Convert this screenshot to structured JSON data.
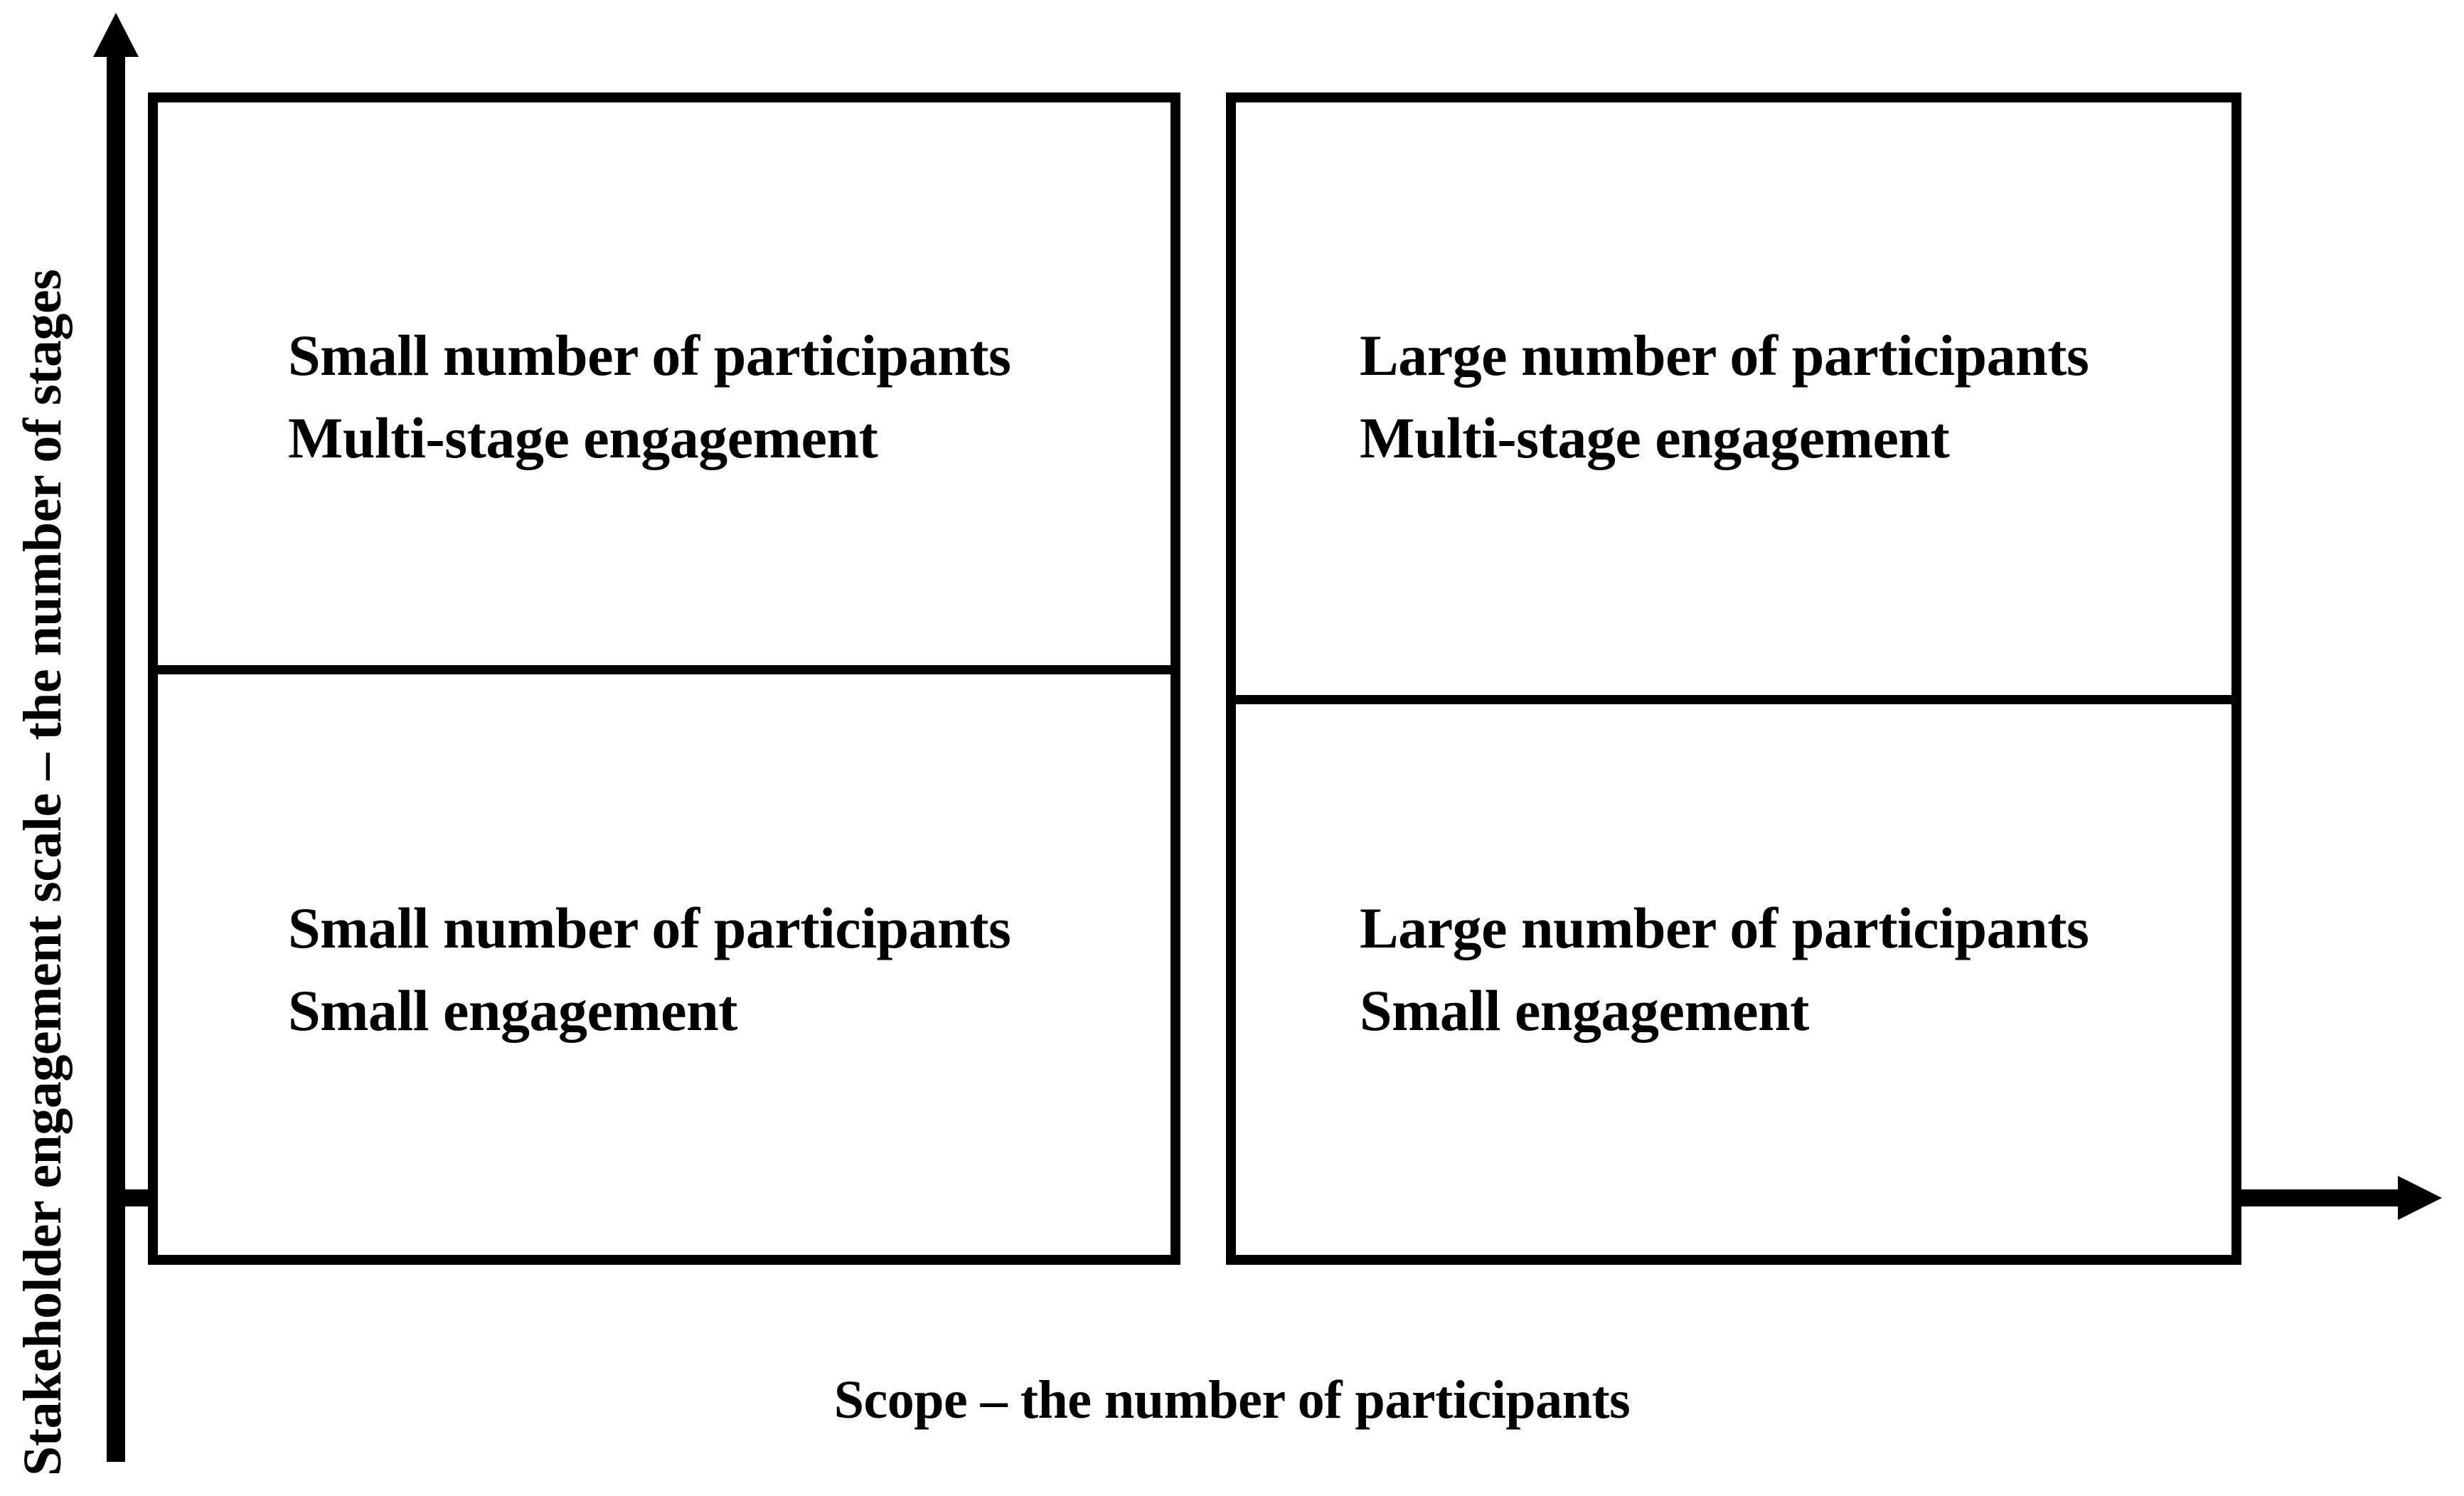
{
  "diagram": {
    "type": "2x2-quadrant-matrix",
    "background_color": "#FFFFFF",
    "stroke_color": "#000000",
    "axes": {
      "x": {
        "title": "Scope – the number of participants",
        "arrow": "right-arrow-icon",
        "direction": "increasing to the right"
      },
      "y": {
        "title": "Stakeholder engagement scale – the number of stages",
        "arrow": "up-arrow-icon",
        "direction": "increasing upward"
      }
    },
    "quadrants": [
      {
        "id": "top-left",
        "position": "upper-left",
        "line1": "Small number of participants",
        "line2": "Multi-stage engagement"
      },
      {
        "id": "top-right",
        "position": "upper-right",
        "line1": "Large number of participants",
        "line2": "Multi-stage engagement"
      },
      {
        "id": "bottom-left",
        "position": "lower-left",
        "line1": "Small number of participants",
        "line2": "Small engagement"
      },
      {
        "id": "bottom-right",
        "position": "lower-right",
        "line1": "Large number of participants",
        "line2": "Small engagement"
      }
    ]
  }
}
